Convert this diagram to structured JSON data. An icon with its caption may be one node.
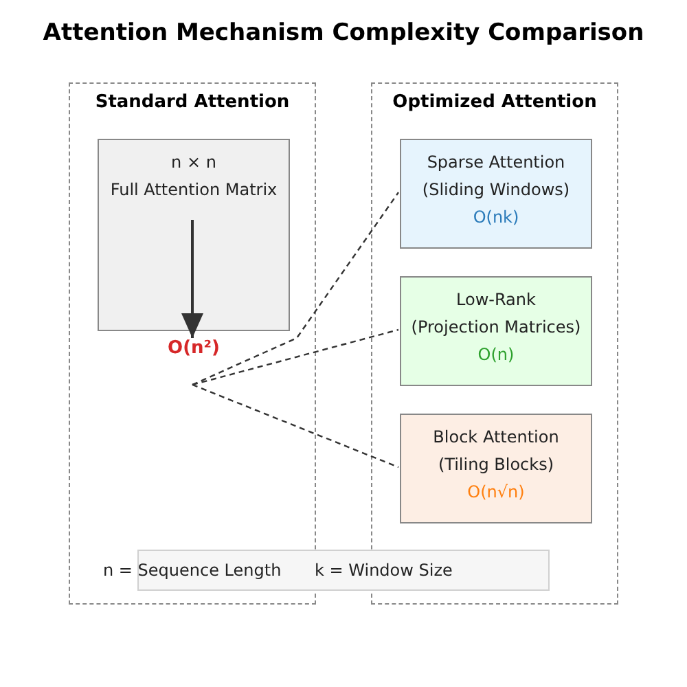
{
  "diagram": {
    "title": "Attention Mechanism Complexity Comparison",
    "nodes": [
      {
        "text": [
          "Standard Attention"
        ]
      },
      {
        "text": [
          "n × n",
          "Full Attention Matrix"
        ],
        "in": 0
      },
      {
        "text": [
          "O(n²)"
        ],
        "in": 0
      },
      {
        "text": [
          "Optimized Attention"
        ]
      },
      {
        "text": [
          "Sparse Attention",
          "(Sliding Windows)",
          "O(nk)"
        ],
        "in": 3
      },
      {
        "text": [
          "Low-Rank",
          "(Projection Matrices)",
          "O(n)"
        ],
        "in": 3
      },
      {
        "text": [
          "Block Attention",
          "(Tiling Blocks)",
          "O(n√n)"
        ],
        "in": 3
      }
    ],
    "edges": [
      {
        "from": 1,
        "to": 2,
        "arrow": "to"
      },
      {
        "from": 2,
        "to": 4,
        "arrow": "none",
        "style": "dashed"
      },
      {
        "from": 2,
        "to": 5,
        "arrow": "none",
        "style": "dashed"
      },
      {
        "from": 2,
        "to": 6,
        "arrow": "none",
        "style": "dashed"
      }
    ],
    "labels": [
      "n = Sequence Length",
      "k = Window Size"
    ]
  }
}
